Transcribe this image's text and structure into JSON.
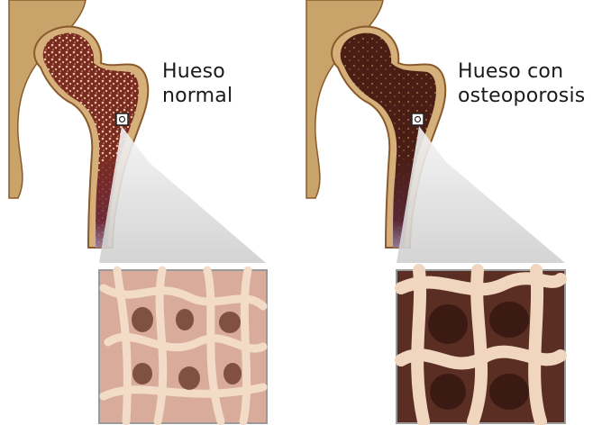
{
  "panels": [
    {
      "id": "normal",
      "label_lines": [
        "Hueso",
        "normal"
      ]
    },
    {
      "id": "osteoporosis",
      "label_lines": [
        "Hueso con",
        "osteoporosis"
      ]
    }
  ],
  "colors": {
    "bone_outer": "#d6b07a",
    "bone_edge": "#8a5a2a",
    "marrow_normal": "#7a2a22",
    "marrow_osteo": "#4a1e14",
    "hip_bone": "#c9a46a",
    "trabecula_light": "#f0d6bf",
    "trabecula_dark": "#5a3326",
    "cone_gray": "#d9d9d9"
  },
  "icons": [
    "magnifier-square-icon"
  ]
}
